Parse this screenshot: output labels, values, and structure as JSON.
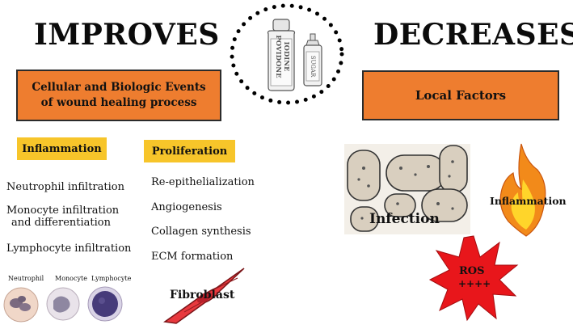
{
  "left": {
    "heading": "IMPROVES",
    "box_title_line1": "Cellular and Biologic Events",
    "box_title_line2": "of wound healing process",
    "inflammation": {
      "label": "Inflammation",
      "items": [
        "Neutrophil infiltration",
        "Monocyte infiltration",
        "and differentiation",
        "Lymphocyte infiltration"
      ]
    },
    "proliferation": {
      "label": "Proliferation",
      "items": [
        "Re-epithelialization",
        "Angiogenesis",
        "Collagen synthesis",
        "ECM formation"
      ]
    },
    "cell_labels": [
      "Neutrophil",
      "Monocyte",
      "Lymphocyte"
    ],
    "fibroblast_label": "Fibroblast"
  },
  "center": {
    "bottle1_text": [
      "POVIDONE",
      "IODINE"
    ],
    "bottle2_text": "SUGAR"
  },
  "right": {
    "heading": "DECREASES",
    "box_title": "Local Factors",
    "infection_label": "Infection",
    "inflammation_label": "Inflammation",
    "ros_line1": "ROS",
    "ros_line2": "++++"
  },
  "colors": {
    "orange": "#ee7d2f",
    "yellow": "#f7c52a",
    "ros_red": "#e8161b",
    "flame_orange": "#f28a1a",
    "flame_yellow": "#ffd52a"
  }
}
